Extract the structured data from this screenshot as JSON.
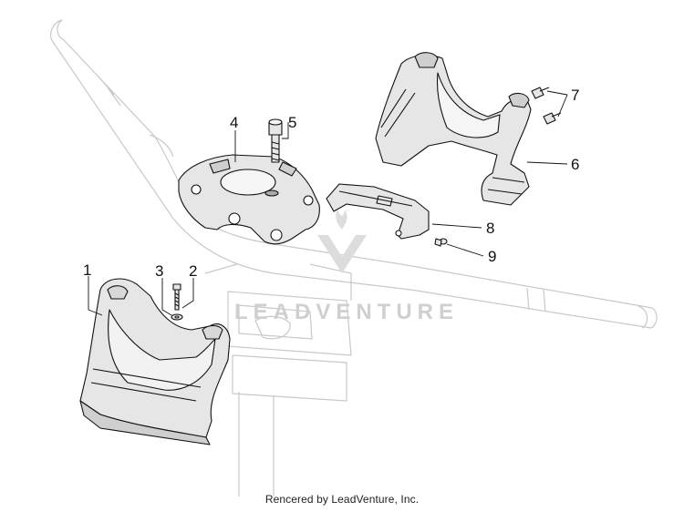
{
  "diagram": {
    "callouts": [
      {
        "id": "1",
        "label": "1"
      },
      {
        "id": "2",
        "label": "2"
      },
      {
        "id": "3",
        "label": "3"
      },
      {
        "id": "4",
        "label": "4"
      },
      {
        "id": "5",
        "label": "5"
      },
      {
        "id": "6",
        "label": "6"
      },
      {
        "id": "7",
        "label": "7"
      },
      {
        "id": "8",
        "label": "8"
      },
      {
        "id": "9",
        "label": "9"
      }
    ],
    "watermark": "LEADVENTURE",
    "footer": "Rencered by LeadVenture, Inc."
  },
  "colors": {
    "line": "#111111",
    "ghost_line": "#c8c8c8",
    "part_fill": "#e6e6e6",
    "watermark": "#cfcfcf"
  }
}
